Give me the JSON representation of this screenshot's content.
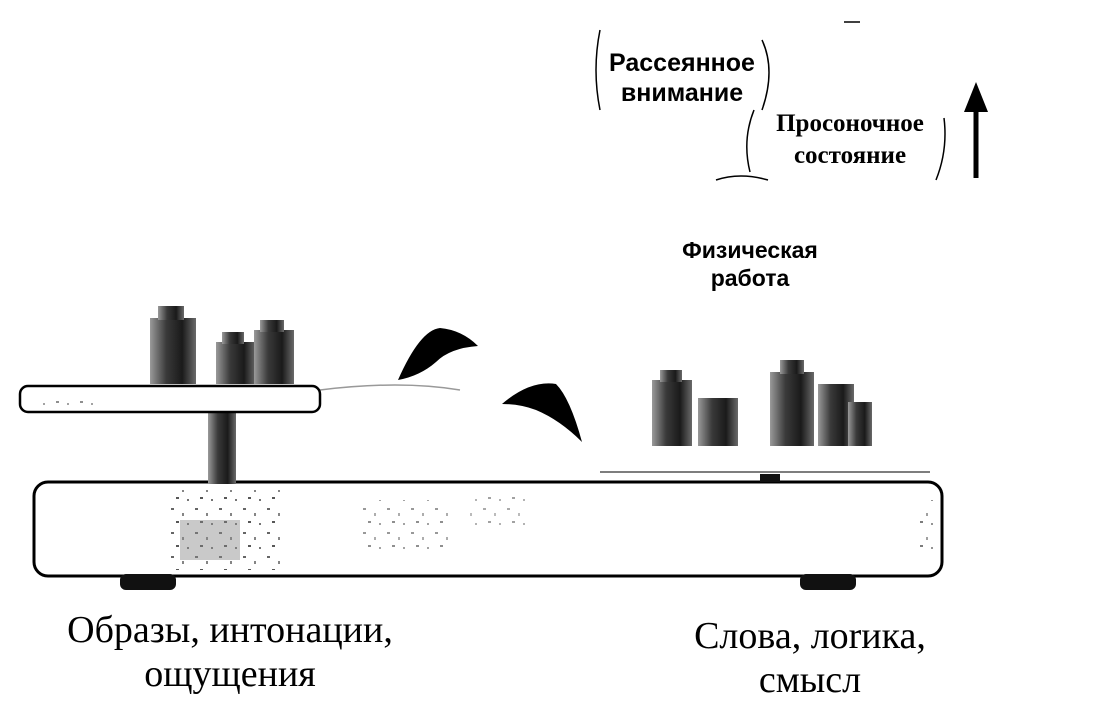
{
  "labels": {
    "scattered_attention": [
      "Рассеянное",
      "внимание"
    ],
    "drowsy_state": [
      "Просоночное",
      "состояние"
    ],
    "physical_work": [
      "Физическая",
      "работа"
    ],
    "left_side": [
      "Образы, интонации,",
      "ощущения"
    ],
    "right_side": [
      "Слова, лоrика,",
      "смысл"
    ]
  },
  "icons": {
    "arrow": "up-arrow-icon",
    "weights": "weight-stack-icon",
    "birds": "bird-silhouette-icon"
  },
  "colors": {
    "ink": "#000000",
    "paper": "#ffffff",
    "metal": "#4a4a4a"
  }
}
